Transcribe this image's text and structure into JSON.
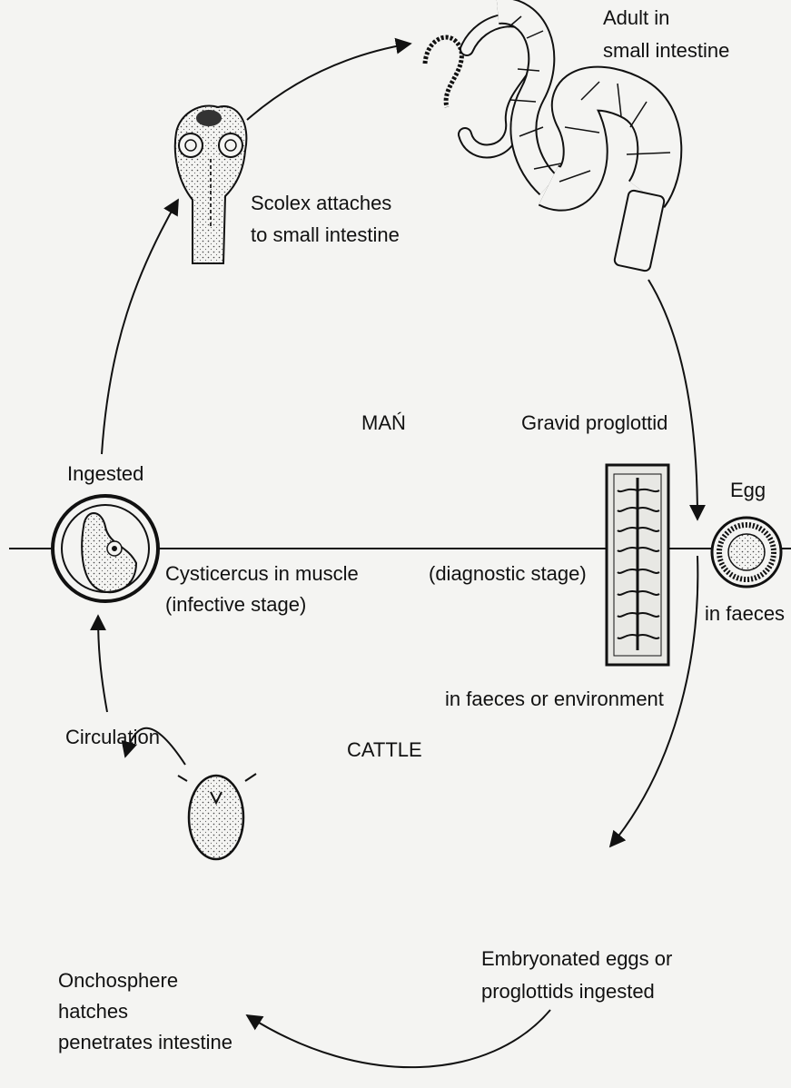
{
  "diagram": {
    "host_zones": {
      "definitive": "MAŃ",
      "intermediate": "CATTLE"
    },
    "stages": {
      "adult": {
        "line1": "Adult in",
        "line2": "small intestine"
      },
      "scolex": {
        "line1": "Scolex attaches",
        "line2": "to small intestine"
      },
      "gravid": {
        "label": "Gravid proglottid",
        "note": "(diagnostic stage)",
        "location": "in faeces or environment"
      },
      "egg": {
        "label": "Egg",
        "location": "in faeces"
      },
      "ingested": "Ingested",
      "cysticercus": {
        "line1": "Cysticercus in muscle",
        "line2": "(infective stage)"
      },
      "circulation": "Circulation",
      "embryonated": {
        "line1": "Embryonated eggs or",
        "line2": "proglottids ingested"
      },
      "onchosphere": {
        "line1": "Onchosphere",
        "line2": "hatches",
        "line3": "penetrates intestine"
      }
    },
    "colors": {
      "ink": "#111111",
      "paper": "#f4f4f2"
    }
  }
}
